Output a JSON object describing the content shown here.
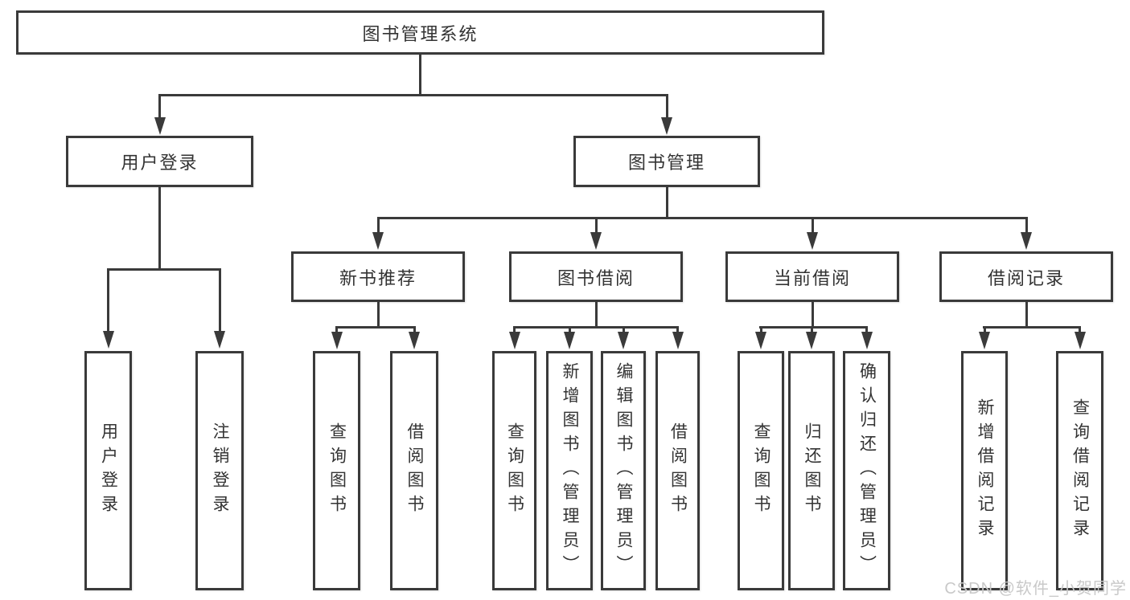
{
  "diagram": {
    "type": "hierarchy-tree",
    "title_node": {
      "label": "图书管理系统"
    },
    "level2": {
      "user_login": {
        "label": "用户登录"
      },
      "book_management": {
        "label": "图书管理"
      }
    },
    "level3": {
      "new_book_recommend": {
        "label": "新书推荐"
      },
      "book_borrowing": {
        "label": "图书借阅"
      },
      "current_borrowing": {
        "label": "当前借阅"
      },
      "borrowing_records": {
        "label": "借阅记录"
      }
    },
    "level4": {
      "user_login_action": {
        "label": "用户登录"
      },
      "logout_action": {
        "label": "注销登录"
      },
      "query_books_1": {
        "label": "查询图书"
      },
      "borrow_books_1": {
        "label": "借阅图书"
      },
      "query_books_2": {
        "label": "查询图书"
      },
      "add_books_admin": {
        "label": "新增图书（管理员）"
      },
      "edit_books_admin": {
        "label": "编辑图书（管理员）"
      },
      "borrow_books_2": {
        "label": "借阅图书"
      },
      "query_books_3": {
        "label": "查询图书"
      },
      "return_books": {
        "label": "归还图书"
      },
      "confirm_return_admin": {
        "label": "确认归还（管理员）"
      },
      "add_borrow_record": {
        "label": "新增借阅记录"
      },
      "query_borrow_record": {
        "label": "查询借阅记录"
      }
    },
    "edges": [
      [
        "图书管理系统",
        "用户登录"
      ],
      [
        "图书管理系统",
        "图书管理"
      ],
      [
        "用户登录",
        "用户登录"
      ],
      [
        "用户登录",
        "注销登录"
      ],
      [
        "图书管理",
        "新书推荐"
      ],
      [
        "图书管理",
        "图书借阅"
      ],
      [
        "图书管理",
        "当前借阅"
      ],
      [
        "图书管理",
        "借阅记录"
      ],
      [
        "新书推荐",
        "查询图书"
      ],
      [
        "新书推荐",
        "借阅图书"
      ],
      [
        "图书借阅",
        "查询图书"
      ],
      [
        "图书借阅",
        "新增图书（管理员）"
      ],
      [
        "图书借阅",
        "编辑图书（管理员）"
      ],
      [
        "图书借阅",
        "借阅图书"
      ],
      [
        "当前借阅",
        "查询图书"
      ],
      [
        "当前借阅",
        "归还图书"
      ],
      [
        "当前借阅",
        "确认归还（管理员）"
      ],
      [
        "借阅记录",
        "新增借阅记录"
      ],
      [
        "借阅记录",
        "查询借阅记录"
      ]
    ],
    "line_color": "#3a3a3a",
    "text_color": "#333333",
    "background_color": "#ffffff"
  },
  "watermark": {
    "text": "CSDN @软件_小贺同学",
    "color": "#c9c9c9"
  }
}
